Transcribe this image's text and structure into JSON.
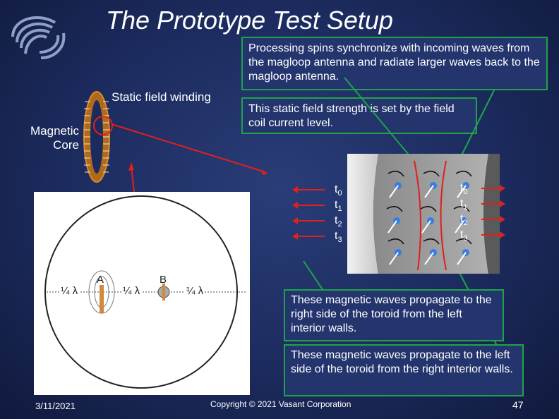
{
  "slide": {
    "title": "The Prototype Test Setup",
    "footer_date": "3/11/2021",
    "footer_copyright": "Copyright © 2021 Vasant Corporation",
    "page_number": "47"
  },
  "labels": {
    "static_field_winding": "Static field winding",
    "magnetic_core_line1": "Magnetic",
    "magnetic_core_line2": "Core"
  },
  "callouts": {
    "precessing": "Processing spins synchronize with incoming waves from the magloop antenna and radiate larger waves back to the magloop antenna.",
    "static_field": "This static field strength is set by the field coil current level.",
    "right_propagation": "These magnetic waves propagate to the right side of the toroid from the left interior walls.",
    "left_propagation": "These magnetic waves propagate to the left side of the toroid from the right interior walls."
  },
  "time_labels": {
    "left": [
      "0",
      "1",
      "2",
      "3"
    ],
    "right": [
      "0",
      "1",
      "2",
      "3"
    ],
    "prefix": "t"
  },
  "diagram": {
    "point_a": "A",
    "point_b": "B",
    "quarter_lambda": "¼ λ"
  },
  "colors": {
    "accent_green": "#1fa34a",
    "arrow_red": "#e0201c",
    "background": "#1c2b5e"
  }
}
